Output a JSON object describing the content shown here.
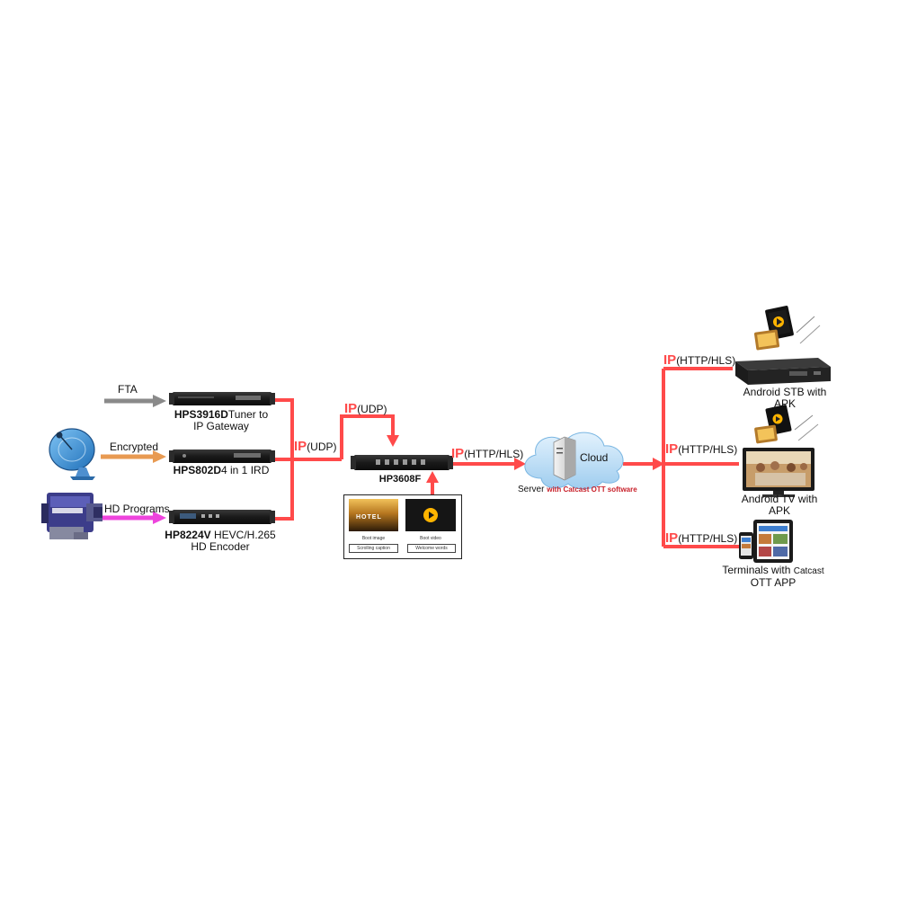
{
  "inputs": {
    "fta": "FTA",
    "encrypted": "Encrypted",
    "hd_programs": "HD Programs"
  },
  "devices": {
    "gateway": {
      "model": "HPS3916D",
      "desc_1": "Tuner to",
      "desc_2": "IP Gateway"
    },
    "ird": {
      "model": "HPS802D",
      "desc": "4 in 1 IRD"
    },
    "encoder": {
      "model": "HP8224V",
      "desc_1": "HEVC/H.265",
      "desc_2": "HD Encoder"
    },
    "mux": {
      "model": "HP3608F"
    }
  },
  "ad_panel": {
    "boot_image": "Boot image",
    "boot_video": "Boot video",
    "scrolling_caption": "Scrolling caption",
    "welcome_words": "Welcome words",
    "hotel_sign": "HOTEL"
  },
  "links": {
    "ip": "IP",
    "udp": "(UDP)",
    "http_hls": "(HTTP/HLS)"
  },
  "cloud": {
    "label": "Cloud",
    "server": "Server",
    "software": "with Catcast OTT software"
  },
  "outputs": {
    "stb_1": "Android STB with",
    "stb_2": "APK",
    "tv_1": "Android TV with",
    "tv_2": "APK",
    "terminal_prefix": "Terminals with ",
    "terminal_brand": "Catcast",
    "terminal_2": "OTT APP"
  },
  "colors": {
    "link_red": "#ff4a4a",
    "fta_arrow": "#8a8a8a",
    "encrypted_arrow": "#e89a52",
    "hd_arrow": "#ee44dd",
    "cloud_blue": "#b7dcf5",
    "device_dark": "#1d1d1d"
  },
  "icons": [
    "satellite-dish-icon",
    "camcorder-icon",
    "server-tower-icon",
    "cloud-icon",
    "tablet-icon",
    "phone-icon",
    "play-icon"
  ]
}
